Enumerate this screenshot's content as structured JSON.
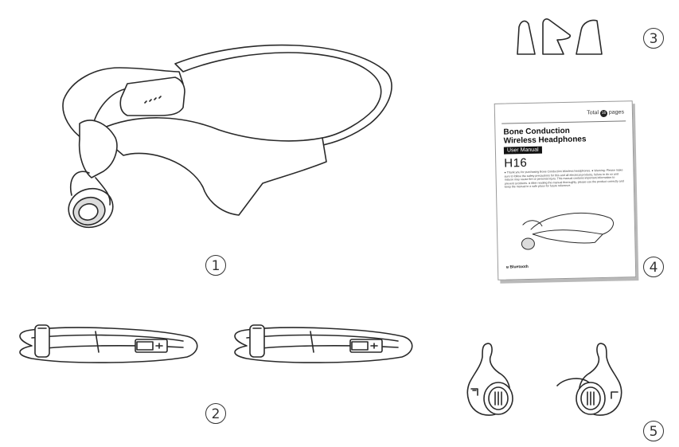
{
  "labels": {
    "item1": "1",
    "item2": "2",
    "item3": "3",
    "item4": "4",
    "item5": "5"
  },
  "manual": {
    "total_prefix": "Total",
    "total_count": "16",
    "total_suffix": "pages",
    "title_line1": "Bone Conduction",
    "title_line2": "Wireless Headphones",
    "subtitle": "User Manual",
    "model": "H16",
    "body_text": "● Thank you for purchasing Bone Conduction Wireless headphones. ● Warning: Please make sure to follow the safety precautions for this and all electrical products, failure to do so and misuse may cause fire or personal injury. This manual contains important information to prevent accidents. ● After reading the manual thoroughly, please use the product correctly and keep the manual in a safe place for future reference.",
    "bluetooth": "Bluetooth"
  }
}
